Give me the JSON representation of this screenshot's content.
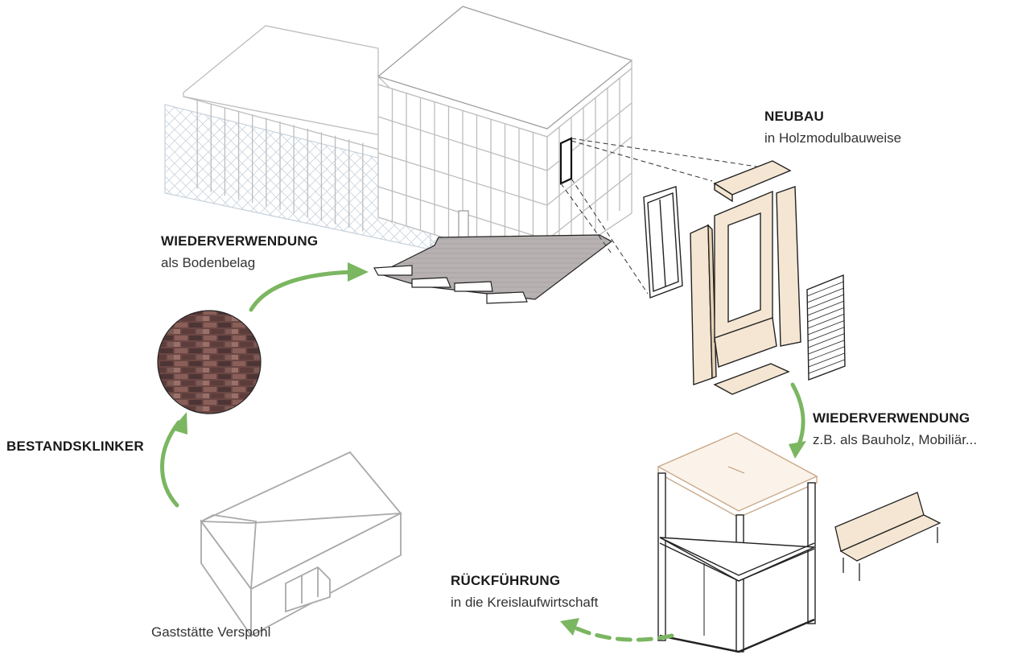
{
  "labels": {
    "neubau": {
      "title": "NEUBAU",
      "subtitle": "in Holzmodulbauweise"
    },
    "reuse_floor": {
      "title": "WIEDERVERWENDUNG",
      "subtitle": "als Bodenbelag"
    },
    "reuse_wood": {
      "title": "WIEDERVERWENDUNG",
      "subtitle": "z.B. als Bauholz, Mobiliär..."
    },
    "bestand": {
      "title": "BESTANDSKLINKER"
    },
    "return": {
      "title": "RÜCKFÜHRUNG",
      "subtitle": "in die Kreislaufwirtschaft"
    },
    "old_building": {
      "caption": "Gaststätte Verspohl"
    }
  },
  "colors": {
    "arrow_green": "#7bb661",
    "wood": "#f4e6d2",
    "wood_edge": "#d9b48f",
    "brick": "#6e4a46",
    "line": "#222222",
    "light_line": "#bdbdbd",
    "floor": "#b9b5b4"
  }
}
